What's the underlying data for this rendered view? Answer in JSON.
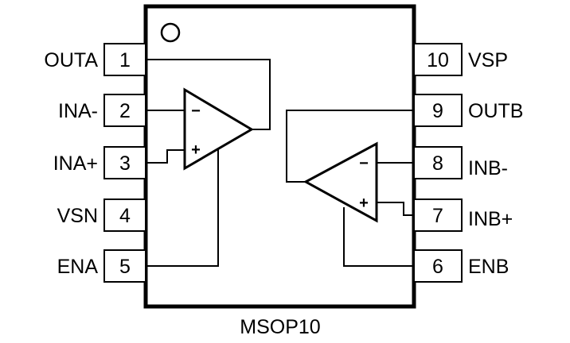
{
  "package": {
    "label": "MSOP10"
  },
  "pins": {
    "p1": {
      "number": "1",
      "name": "OUTA"
    },
    "p2": {
      "number": "2",
      "name": "INA-"
    },
    "p3": {
      "number": "3",
      "name": "INA+"
    },
    "p4": {
      "number": "4",
      "name": "VSN"
    },
    "p5": {
      "number": "5",
      "name": "ENA"
    },
    "p6": {
      "number": "6",
      "name": "ENB"
    },
    "p7": {
      "number": "7",
      "name": "INB+"
    },
    "p8": {
      "number": "8",
      "name": "INB-"
    },
    "p9": {
      "number": "9",
      "name": "OUTB"
    },
    "p10": {
      "number": "10",
      "name": "VSP"
    }
  },
  "amplifiers": {
    "a": {
      "minus": "−",
      "plus": "+"
    },
    "b": {
      "minus": "−",
      "plus": "+"
    }
  }
}
